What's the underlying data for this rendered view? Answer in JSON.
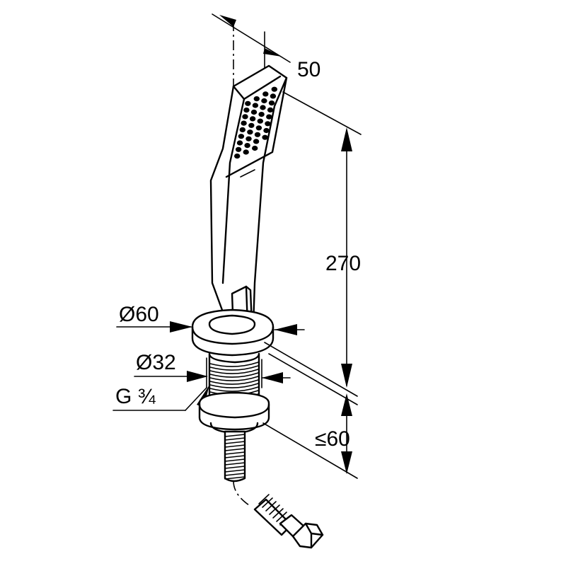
{
  "drawing": {
    "dimensions": {
      "head_width": "50",
      "length": "270",
      "flange_diameter": "Ø60",
      "thread_diameter": "Ø32",
      "thread": "G ¾",
      "max_thickness": "≤60"
    },
    "holes": {
      "rows": 9,
      "cols": 4
    }
  }
}
